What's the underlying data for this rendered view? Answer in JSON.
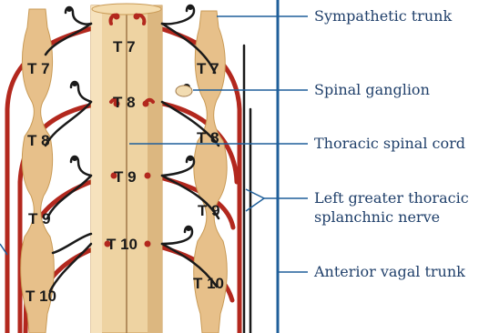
{
  "colors": {
    "callout_blue": "#1f5f9a",
    "text_blue": "#1f3f6a",
    "nerve_red": "#b3281e",
    "cord_tan": "#eed3a2",
    "ganglion_tan": "#e7c08a",
    "dark_fiber": "#1a1a1a"
  },
  "segments": {
    "cord": [
      "T 7",
      "T 8",
      "T 9",
      "T 10"
    ],
    "left_chain": [
      "T 7",
      "T 8",
      "T 9",
      "T 10"
    ],
    "right_chain": [
      "T 7",
      "T 8",
      "T 9",
      "T 10"
    ]
  },
  "callouts": {
    "sympathetic_trunk": "Sympathetic trunk",
    "spinal_ganglion": "Spinal ganglion",
    "thoracic_spinal_cord": "Thoracic spinal cord",
    "left_greater_line1": "Left greater thoracic",
    "left_greater_line2": "splanchnic nerve",
    "anterior_vagal_trunk": "Anterior vagal trunk"
  }
}
